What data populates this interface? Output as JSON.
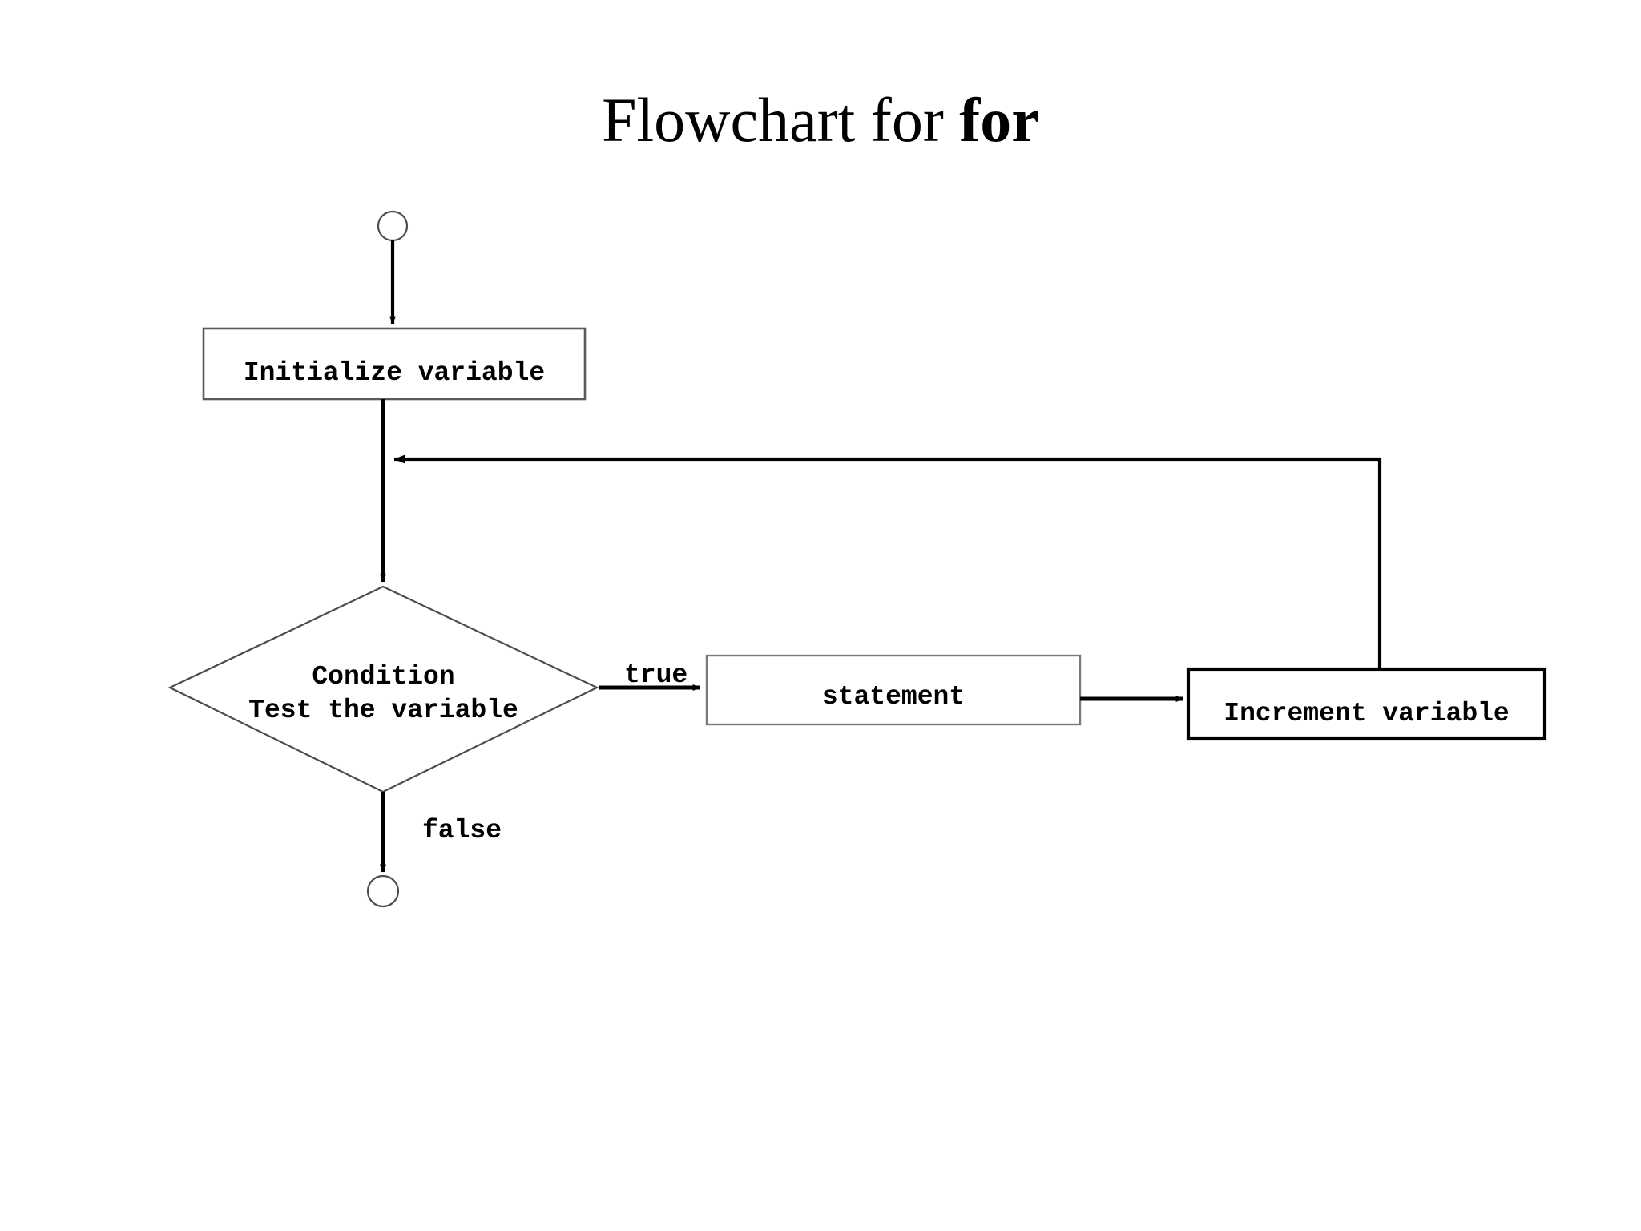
{
  "slide": {
    "background_color": "#ffffff",
    "title_prefix": "Flowchart for ",
    "title_keyword": "for"
  },
  "diagram": {
    "type": "flowchart",
    "stroke_color": "#4d4d4d",
    "bold_stroke_color": "#000000",
    "arrow_color": "#000000",
    "nodes": [
      {
        "id": "start",
        "kind": "terminator-circle",
        "label": ""
      },
      {
        "id": "init",
        "kind": "process-box",
        "label": "Initialize variable"
      },
      {
        "id": "condition",
        "kind": "decision-diamond",
        "label_line1": "Condition",
        "label_line2": "Test the variable"
      },
      {
        "id": "statement",
        "kind": "process-box",
        "label": "statement"
      },
      {
        "id": "increment",
        "kind": "process-box",
        "label": "Increment variable"
      },
      {
        "id": "end",
        "kind": "terminator-circle",
        "label": ""
      }
    ],
    "edges": [
      {
        "from": "start",
        "to": "init",
        "label": ""
      },
      {
        "from": "init",
        "to": "condition",
        "label": ""
      },
      {
        "from": "condition",
        "to": "statement",
        "label": "true"
      },
      {
        "from": "condition",
        "to": "end",
        "label": "false"
      },
      {
        "from": "statement",
        "to": "increment",
        "label": ""
      },
      {
        "from": "increment",
        "to": "condition",
        "label": ""
      }
    ]
  }
}
